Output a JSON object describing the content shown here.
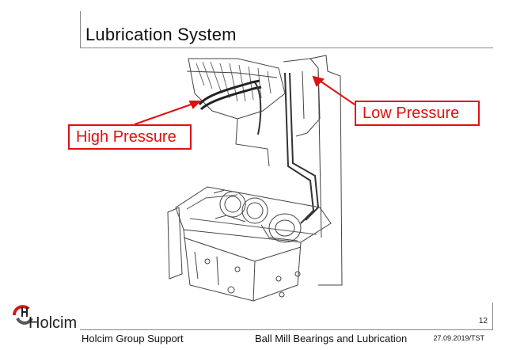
{
  "slide": {
    "title": "Lubrication System",
    "page_number": "12"
  },
  "callouts": {
    "high": "High Pressure",
    "low": "Low Pressure"
  },
  "footer": {
    "left": "Holcim Group Support",
    "center": "Ball Mill Bearings and Lubrication",
    "right": "27.09.2019/TST"
  },
  "logo": {
    "text": "Holcim"
  },
  "colors": {
    "callout": "#e01010",
    "logo_red": "#d21a1a"
  }
}
